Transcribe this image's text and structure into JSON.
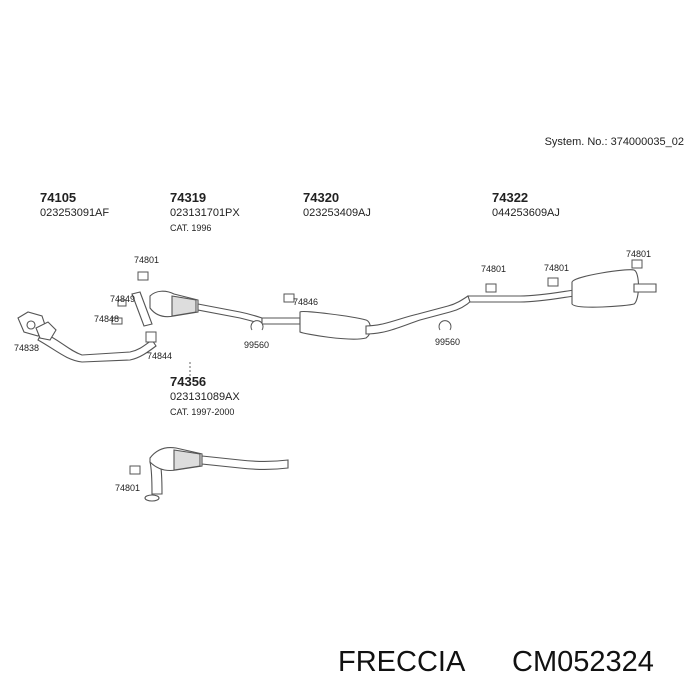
{
  "system_number": "System. No.: 374000035_02",
  "groups": [
    {
      "part": "74105",
      "code": "023253091AF",
      "note": ""
    },
    {
      "part": "74319",
      "code": "023131701PX",
      "note": "CAT. 1996"
    },
    {
      "part": "74320",
      "code": "023253409AJ",
      "note": ""
    },
    {
      "part": "74322",
      "code": "044253609AJ",
      "note": ""
    },
    {
      "part": "74356",
      "code": "023131089AX",
      "note": "CAT. 1997-2000"
    }
  ],
  "callouts": {
    "c74801_a": "74801",
    "c74849": "74849",
    "c74848": "74848",
    "c74838": "74838",
    "c74844": "74844",
    "c74846": "74846",
    "c99560_a": "99560",
    "c99560_b": "99560",
    "c74801_b": "74801",
    "c74801_c": "74801",
    "c74801_d": "74801",
    "c74801_e": "74801"
  },
  "brand": {
    "name": "FRECCIA",
    "code": "CM052324"
  }
}
